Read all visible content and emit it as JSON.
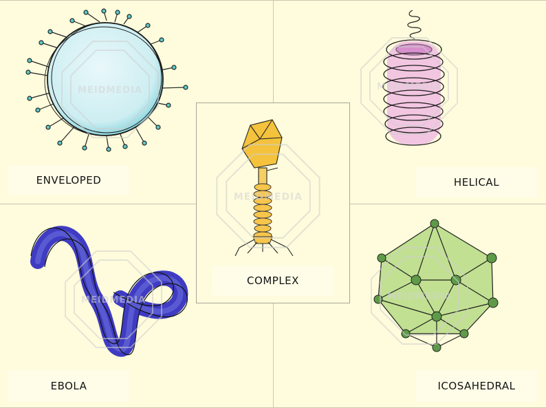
{
  "labels": {
    "enveloped": "ENVELOPED",
    "helical": "HELICAL",
    "complex": "COMPLEX",
    "ebola": "EBOLA",
    "icosahedral": "ICOSAHEDRAL"
  },
  "watermark": "MEIDMEDIA",
  "colors": {
    "background": "#fefcdc",
    "label_bg": "#fffde8",
    "divider": "#c9c7b0",
    "enveloped": "#cfeff3",
    "helical": "#e9a9df",
    "complex": "#f3c64c",
    "ebola": "#3c46c8",
    "icosahedral": "#b8dc88"
  }
}
